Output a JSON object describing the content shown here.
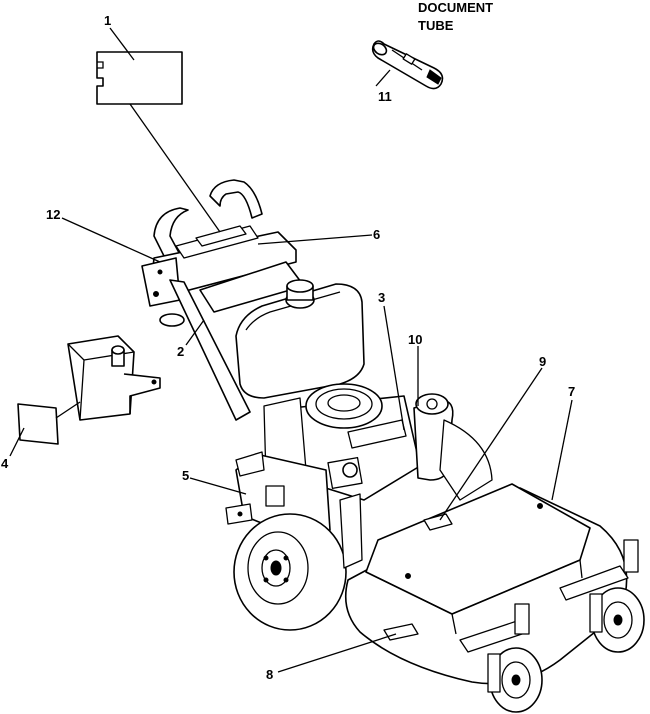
{
  "diagram": {
    "doc_tube_label": [
      "DOCUMENT",
      "TUBE"
    ],
    "callouts": {
      "c1": "1",
      "c2": "2",
      "c3": "3",
      "c4": "4",
      "c5": "5",
      "c6": "6",
      "c7": "7",
      "c8": "8",
      "c9": "9",
      "c10": "10",
      "c11": "11",
      "c12": "12"
    }
  }
}
